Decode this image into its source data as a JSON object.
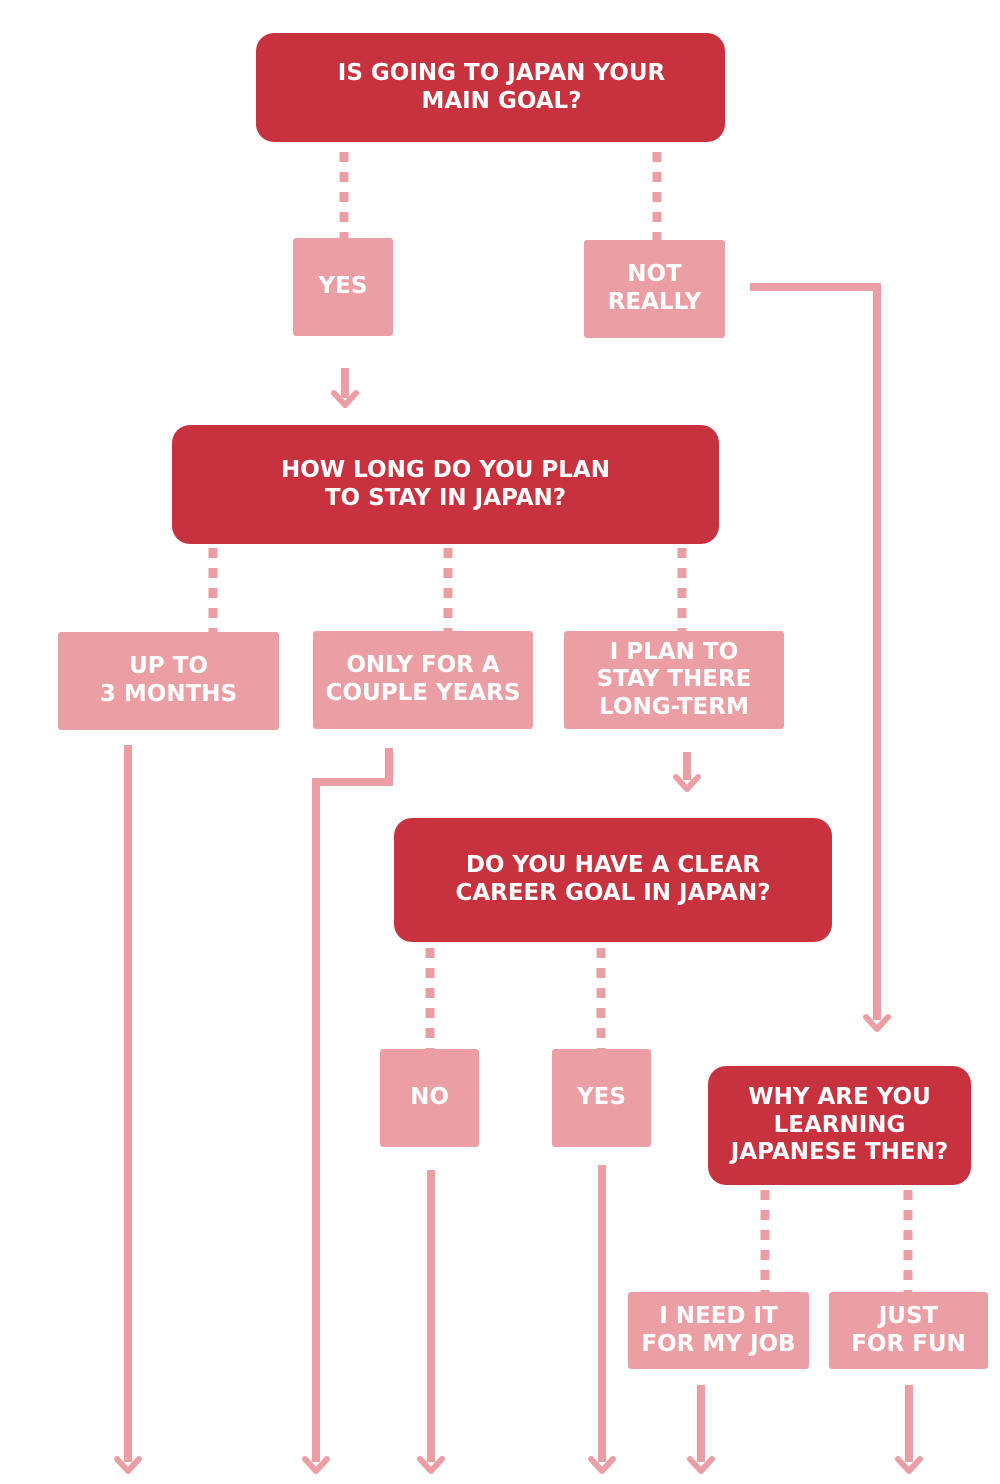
{
  "colors": {
    "question_fill": "#c8323f",
    "answer_fill": "#eb9ea3",
    "connector": "#eb9ea3",
    "text": "#ffffff"
  },
  "questions": {
    "q1": "IS GOING TO JAPAN YOUR\nMAIN GOAL?",
    "q2": "HOW LONG DO YOU PLAN\nTO STAY IN JAPAN?",
    "q3": "DO YOU HAVE A CLEAR\nCAREER GOAL IN JAPAN?",
    "q4": "WHY ARE YOU\nLEARNING\nJAPANESE THEN?"
  },
  "answers": {
    "q1_yes": "YES",
    "q1_no": "NOT\nREALLY",
    "q2_short": "UP TO\n3 MONTHS",
    "q2_mid": "ONLY FOR A\nCOUPLE YEARS",
    "q2_long": "I PLAN TO\nSTAY THERE\nLONG-TERM",
    "q3_no": "NO",
    "q3_yes": "YES",
    "q4_job": "I NEED IT\nFOR MY JOB",
    "q4_fun": "JUST\nFOR FUN"
  }
}
